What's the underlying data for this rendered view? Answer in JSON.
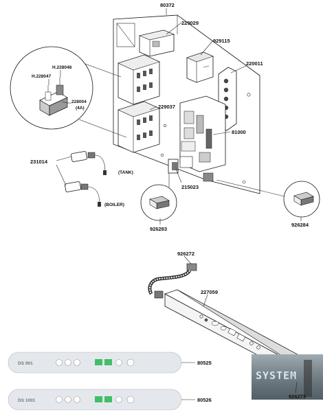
{
  "parts": {
    "p80372": "80372",
    "p229029": "229029",
    "p929115": "929115",
    "p220011": "220011",
    "p229037": "229037",
    "p81000": "81000",
    "p215023": "215023",
    "p926283": "926283",
    "p926284": "926284",
    "pH228048": "H.228048",
    "pH228047": "H.228047",
    "p228004": "228004",
    "p228004_rating": "(4A)",
    "p231014": "231014",
    "tank": "(TANK)",
    "boiler": "(BOILER)",
    "p926272": "926272",
    "p227059": "227059",
    "p926273": "926273",
    "p80525": "80525",
    "p80526": "80526"
  },
  "panels": {
    "ds901": "DS 901",
    "ds1001": "DS 1001"
  },
  "watermark": "SYSTEM",
  "colors": {
    "line": "#222222",
    "panel_fill": "#e4e8ec",
    "panel_green": "#3fbf6a",
    "watermark_bg": "#6d7f88"
  }
}
